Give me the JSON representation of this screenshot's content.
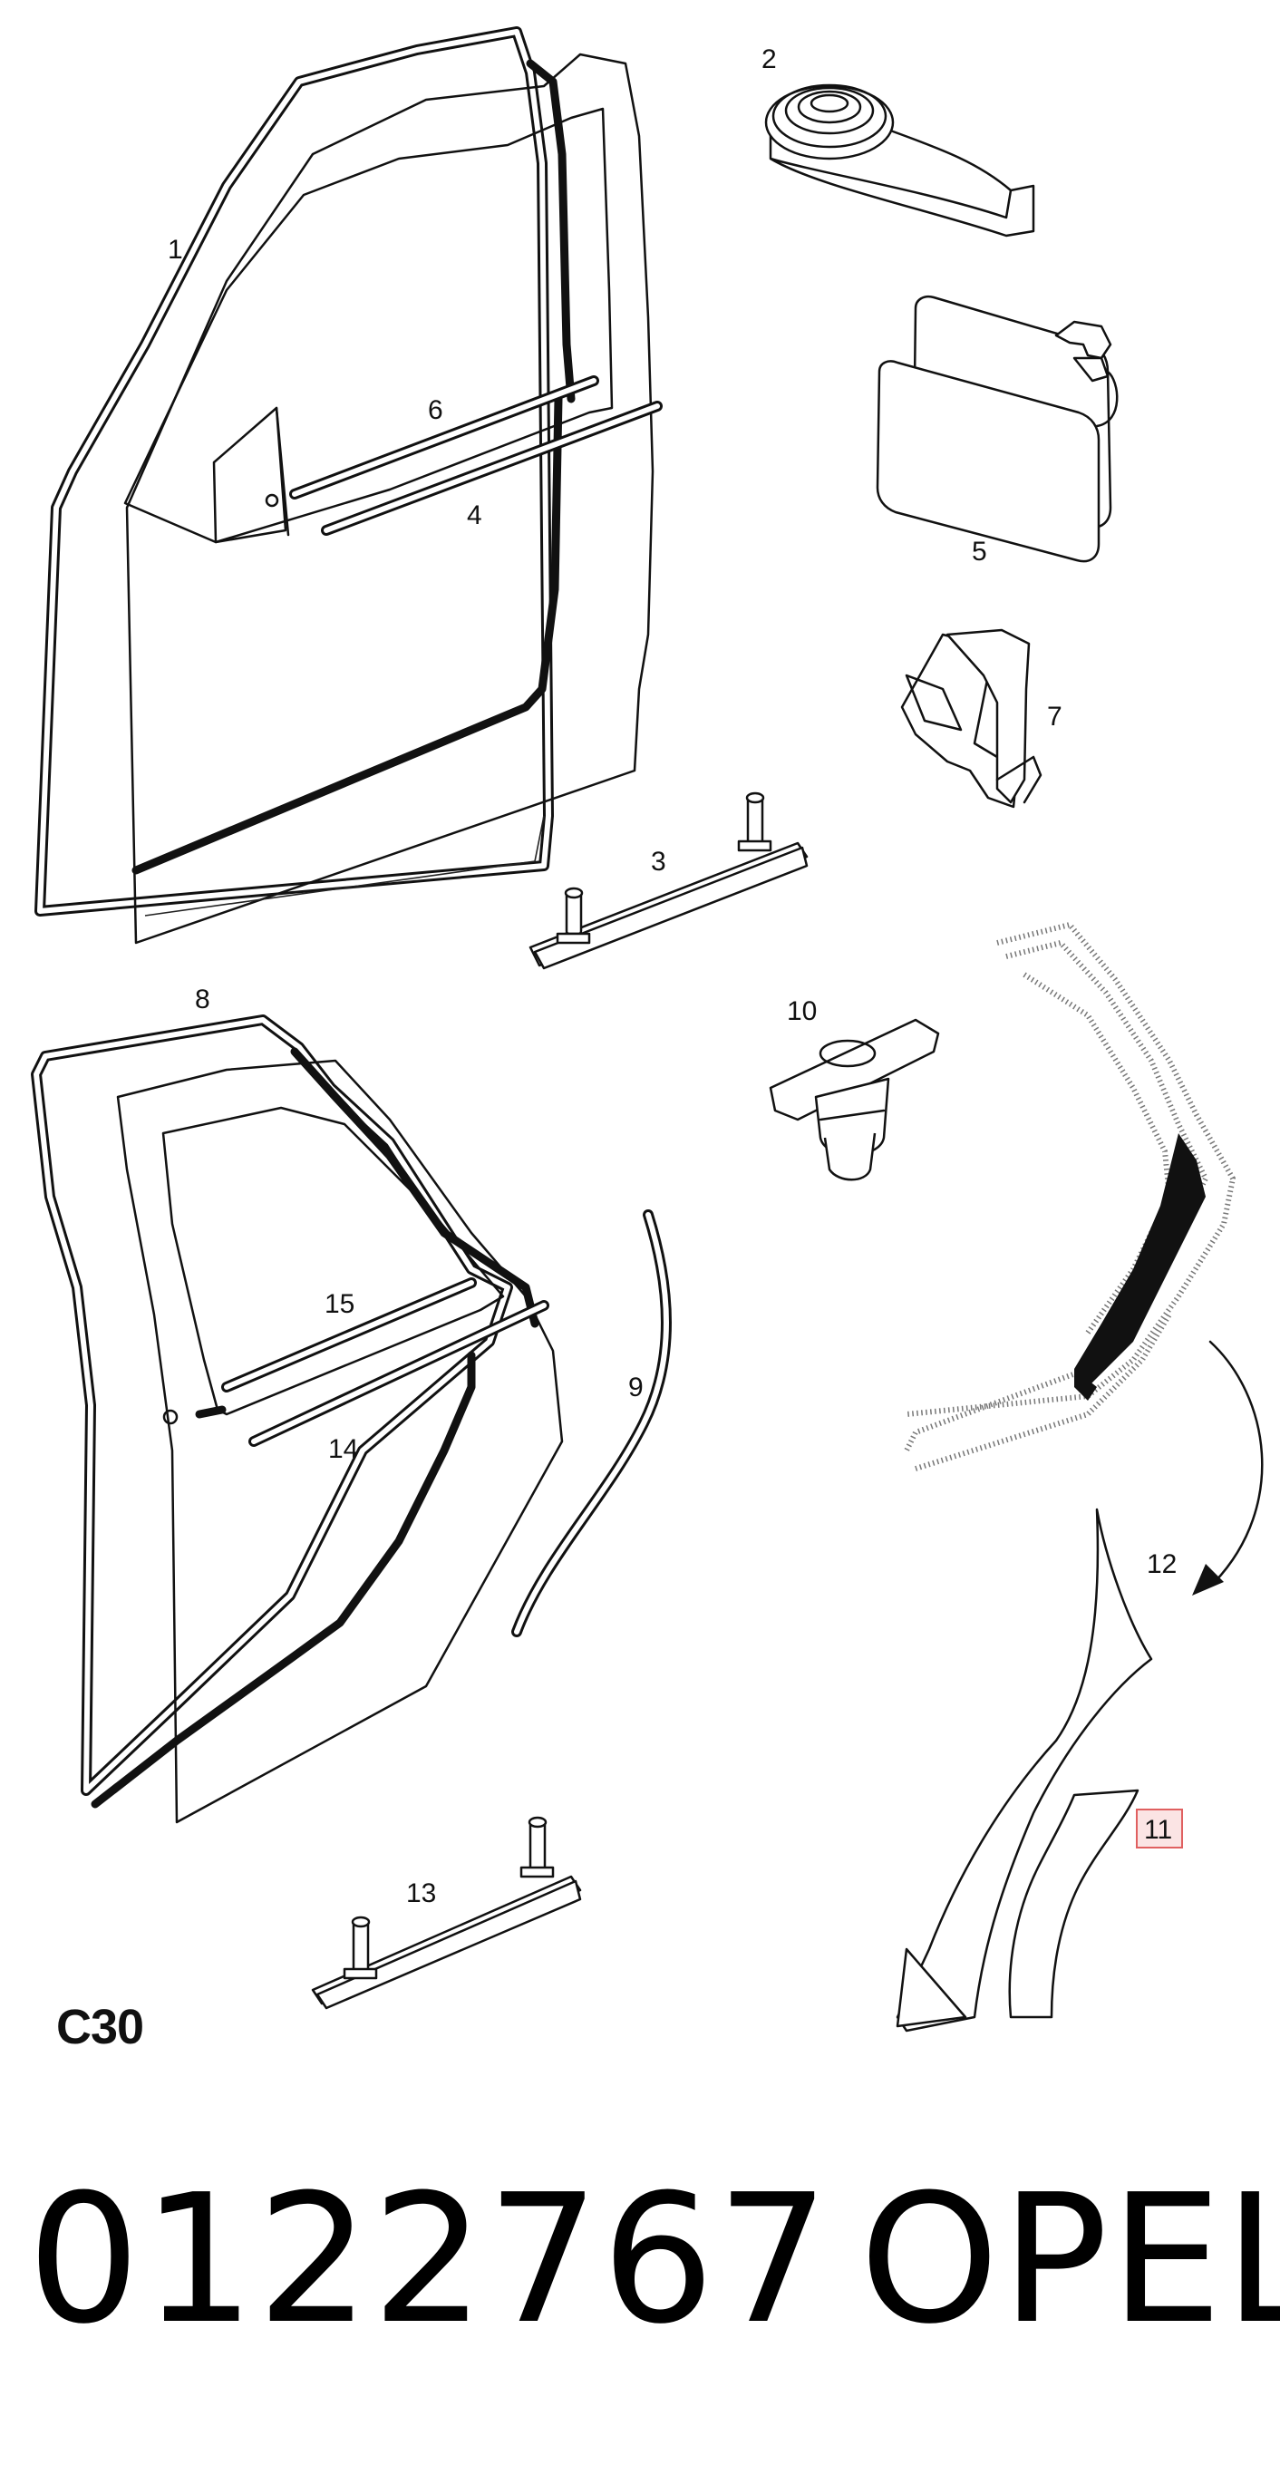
{
  "diagram": {
    "callouts": {
      "c1": "1",
      "c2": "2",
      "c3": "3",
      "c4": "4",
      "c5": "5",
      "c6": "6",
      "c7": "7",
      "c8": "8",
      "c9": "9",
      "c10": "10",
      "c11": "11",
      "c12": "12",
      "c13": "13",
      "c14": "14",
      "c15": "15"
    },
    "highlight_color": "#e06060"
  },
  "section_code": "C30",
  "part_number": "0122767",
  "brand": "OPEL"
}
